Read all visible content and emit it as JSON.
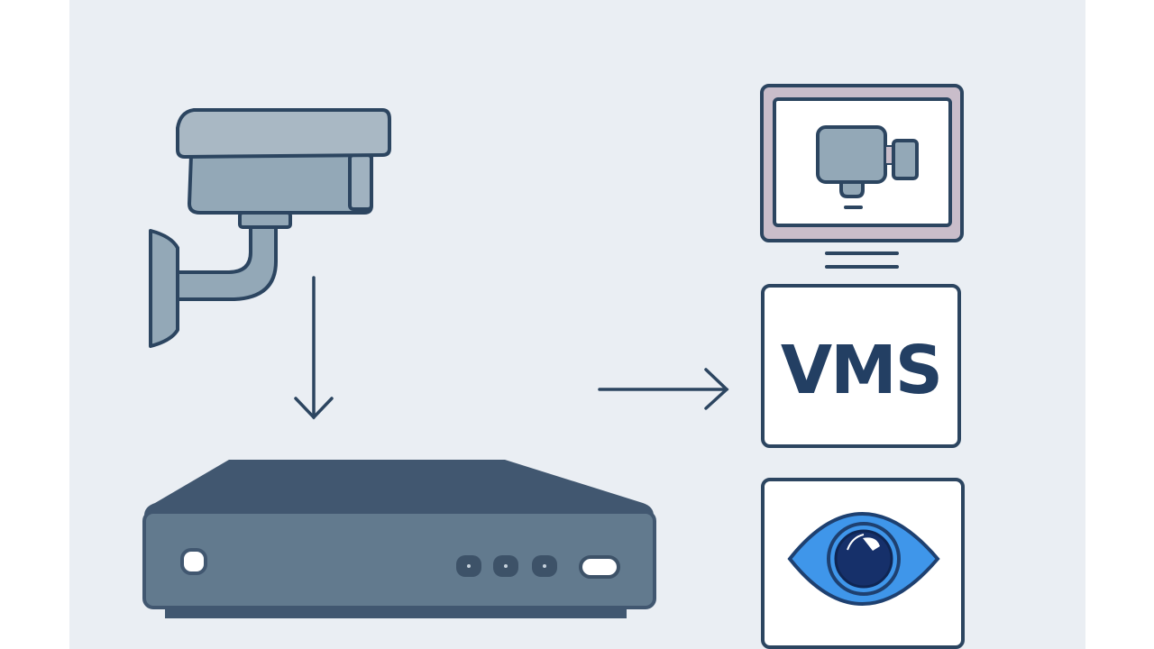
{
  "diagram": {
    "title": "",
    "colors": {
      "background": "#eaeef3",
      "outline": "#2c4560",
      "camera_fill": "#93a8b7",
      "camera_hood": "#a9b8c4",
      "recorder_top": "#415770",
      "recorder_front": "#627a8e",
      "monitor_bezel": "#c9bdca",
      "eye_blue": "#3f96ea",
      "eye_pupil": "#16306a"
    },
    "nodes": [
      {
        "id": "camera",
        "type": "cctv-camera-icon",
        "label": ""
      },
      {
        "id": "recorder",
        "type": "nvr-recorder-icon",
        "label": ""
      },
      {
        "id": "monitor",
        "type": "monitor-video-icon",
        "label": ""
      },
      {
        "id": "vms",
        "type": "text-box",
        "label": "VMS"
      },
      {
        "id": "eye",
        "type": "eye-icon",
        "label": ""
      }
    ],
    "edges": [
      {
        "from": "camera",
        "to": "recorder",
        "direction": "down"
      },
      {
        "from": "recorder",
        "to": "vms",
        "direction": "right"
      }
    ]
  }
}
